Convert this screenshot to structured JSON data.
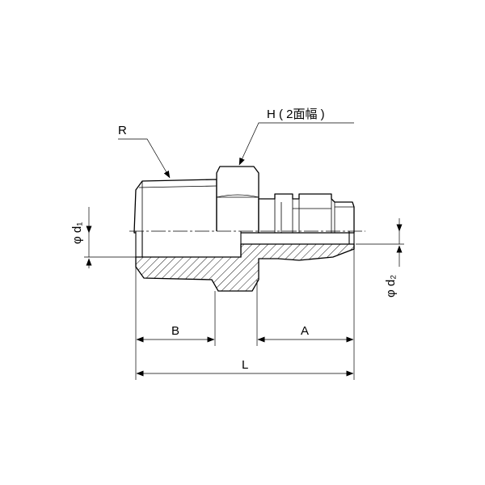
{
  "labels": {
    "thread": "R",
    "hex": "H ( 2面幅 )",
    "bore_dia_1": "φ d₁",
    "bore_dia_2": "φ d₂",
    "length_b": "B",
    "length_a": "A",
    "length_l": "L"
  }
}
